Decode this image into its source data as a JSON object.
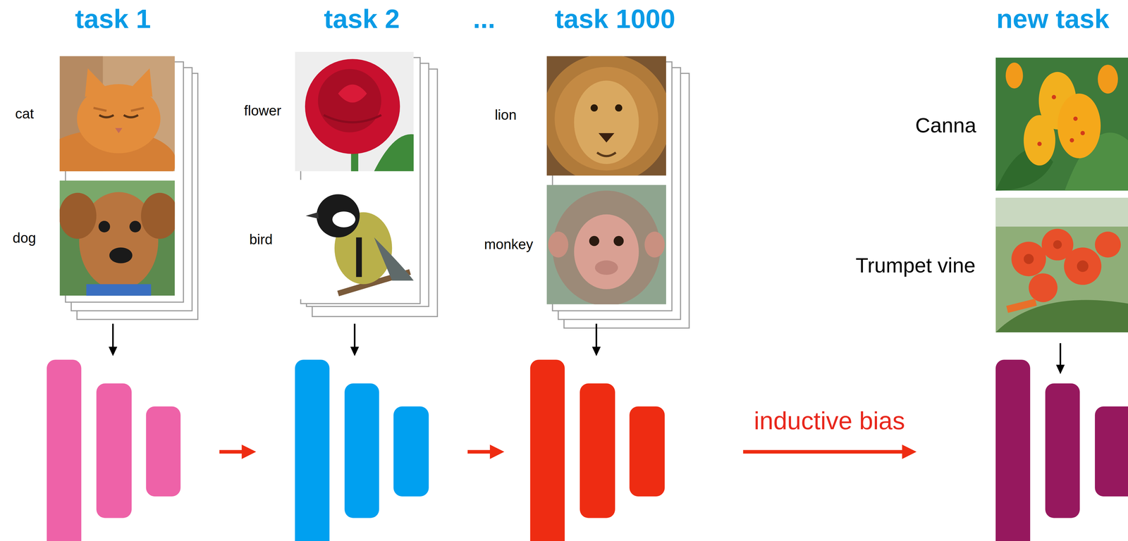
{
  "diagram": {
    "labels": [
      "task 1",
      "task 2",
      "...",
      "task 1000",
      "new task",
      "cat",
      "dog",
      "flower",
      "bird",
      "lion",
      "monkey",
      "Canna",
      "Trumpet vine",
      "inductive bias"
    ]
  }
}
